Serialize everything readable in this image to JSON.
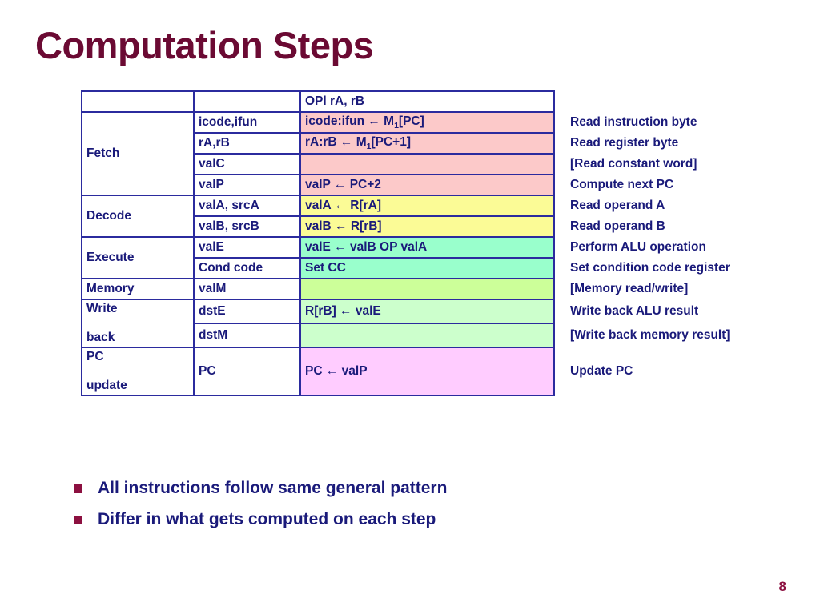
{
  "slide": {
    "title": "Computation Steps",
    "page_number": "8"
  },
  "table": {
    "header": {
      "stage": "",
      "signal": "",
      "instruction": "OPl rA, rB"
    },
    "stages": [
      {
        "name": "Fetch",
        "rowspan": 4,
        "color": "#FCC9C9"
      },
      {
        "name": "Decode",
        "rowspan": 2,
        "color": "#FBFB96"
      },
      {
        "name": "Execute",
        "rowspan": 2,
        "color": "#99FFCC"
      },
      {
        "name": "Memory",
        "rowspan": 1,
        "color": "#CCFF99"
      },
      {
        "name": "Write back",
        "rowspan": 2,
        "color": "#CCFFCC"
      },
      {
        "name": "PC update",
        "rowspan": 1,
        "color": "#FFCCFF"
      }
    ],
    "rows": [
      {
        "signal": "icode,ifun",
        "expr_pre": "icode:ifun ← M",
        "expr_sub": "1",
        "expr_post": "[PC]",
        "note": "Read instruction byte"
      },
      {
        "signal": "rA,rB",
        "expr_pre": "rA:rB ← M",
        "expr_sub": "1",
        "expr_post": "[PC+1]",
        "note": "Read register byte"
      },
      {
        "signal": "valC",
        "expr_pre": "",
        "expr_sub": "",
        "expr_post": "",
        "note": "[Read constant word]"
      },
      {
        "signal": "valP",
        "expr_pre": "valP ← PC+2",
        "expr_sub": "",
        "expr_post": "",
        "note": "Compute next PC"
      },
      {
        "signal": "valA, srcA",
        "expr_pre": "valA ← R[rA]",
        "expr_sub": "",
        "expr_post": "",
        "note": "Read operand A"
      },
      {
        "signal": "valB, srcB",
        "expr_pre": "valB ← R[rB]",
        "expr_sub": "",
        "expr_post": "",
        "note": "Read operand B"
      },
      {
        "signal": "valE",
        "expr_pre": "valE ← valB OP valA",
        "expr_sub": "",
        "expr_post": "",
        "note": "Perform ALU operation"
      },
      {
        "signal": "Cond code",
        "expr_pre": "Set CC",
        "expr_sub": "",
        "expr_post": "",
        "note": "Set condition code register"
      },
      {
        "signal": "valM",
        "expr_pre": "",
        "expr_sub": "",
        "expr_post": "",
        "note": "[Memory read/write]"
      },
      {
        "signal": "dstE",
        "expr_pre": "R[rB] ← valE",
        "expr_sub": "",
        "expr_post": "",
        "note": "Write back ALU result"
      },
      {
        "signal": "dstM",
        "expr_pre": "",
        "expr_sub": "",
        "expr_post": "",
        "note": "[Write back memory result]"
      },
      {
        "signal": "PC",
        "expr_pre": "PC ← valP",
        "expr_sub": "",
        "expr_post": "",
        "note": "Update PC"
      }
    ]
  },
  "bullets": [
    "All instructions follow same general pattern",
    "Differ in what gets computed on each step"
  ],
  "colors": {
    "title": "#6B0A33",
    "text": "#1A1A7A",
    "border": "#2B2B9E",
    "bullet_marker": "#8C1040",
    "fetch": "#FCC9C9",
    "decode": "#FBFB96",
    "execute": "#99FFCC",
    "memory": "#CCFF99",
    "writeback": "#CCFFCC",
    "pcupdate": "#FFCCFF"
  }
}
